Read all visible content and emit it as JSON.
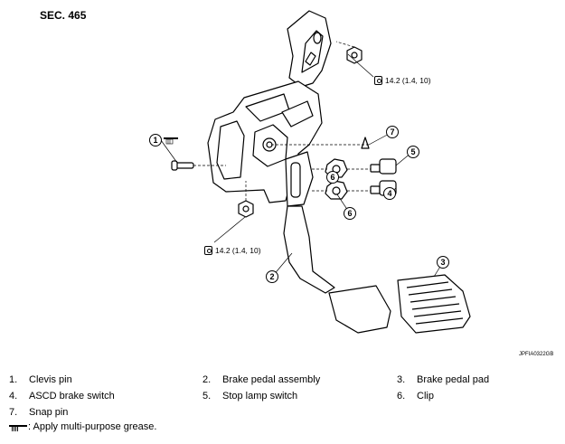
{
  "section": "SEC. 465",
  "torque_values": [
    "14.2 (1.4, 10)",
    "14.2 (1.4, 10)"
  ],
  "callouts": [
    "1",
    "2",
    "3",
    "4",
    "5",
    "6",
    "6",
    "7"
  ],
  "reference_code": "JPFIA0322GB",
  "legend": [
    {
      "num": "1.",
      "label": "Clevis pin"
    },
    {
      "num": "2.",
      "label": "Brake pedal assembly"
    },
    {
      "num": "3.",
      "label": "Brake pedal pad"
    },
    {
      "num": "4.",
      "label": "ASCD brake switch"
    },
    {
      "num": "5.",
      "label": "Stop lamp switch"
    },
    {
      "num": "6.",
      "label": "Clip"
    },
    {
      "num": "7.",
      "label": "Snap pin"
    }
  ],
  "grease_note": ": Apply multi-purpose grease.",
  "icons": [
    "torque-icon",
    "grease-icon"
  ]
}
